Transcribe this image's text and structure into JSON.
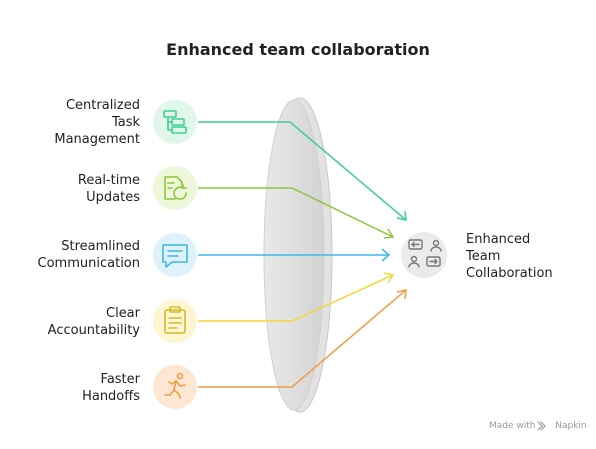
{
  "title": "Enhanced team collaboration",
  "inputs": [
    {
      "label": "Centralized Task Management",
      "icon": "task-list-icon",
      "color": "#3ecf8e",
      "bg": "#e1f6ea"
    },
    {
      "label": "Real-time Updates",
      "icon": "document-refresh-icon",
      "color": "#8cc63f",
      "bg": "#eef7d9"
    },
    {
      "label": "Streamlined Communication",
      "icon": "chat-bubble-icon",
      "color": "#3fb7e8",
      "bg": "#dff1fb"
    },
    {
      "label": "Clear Accountability",
      "icon": "clipboard-icon",
      "color": "#f2d63a",
      "bg": "#fdf6d3"
    },
    {
      "label": "Faster Handoffs",
      "icon": "running-person-icon",
      "color": "#f39c45",
      "bg": "#fde6d2"
    }
  ],
  "result": {
    "label": "Enhanced Team Collaboration",
    "icon": "team-exchange-icon"
  },
  "watermark": {
    "prefix": "Made with",
    "brand": "Napkin"
  }
}
